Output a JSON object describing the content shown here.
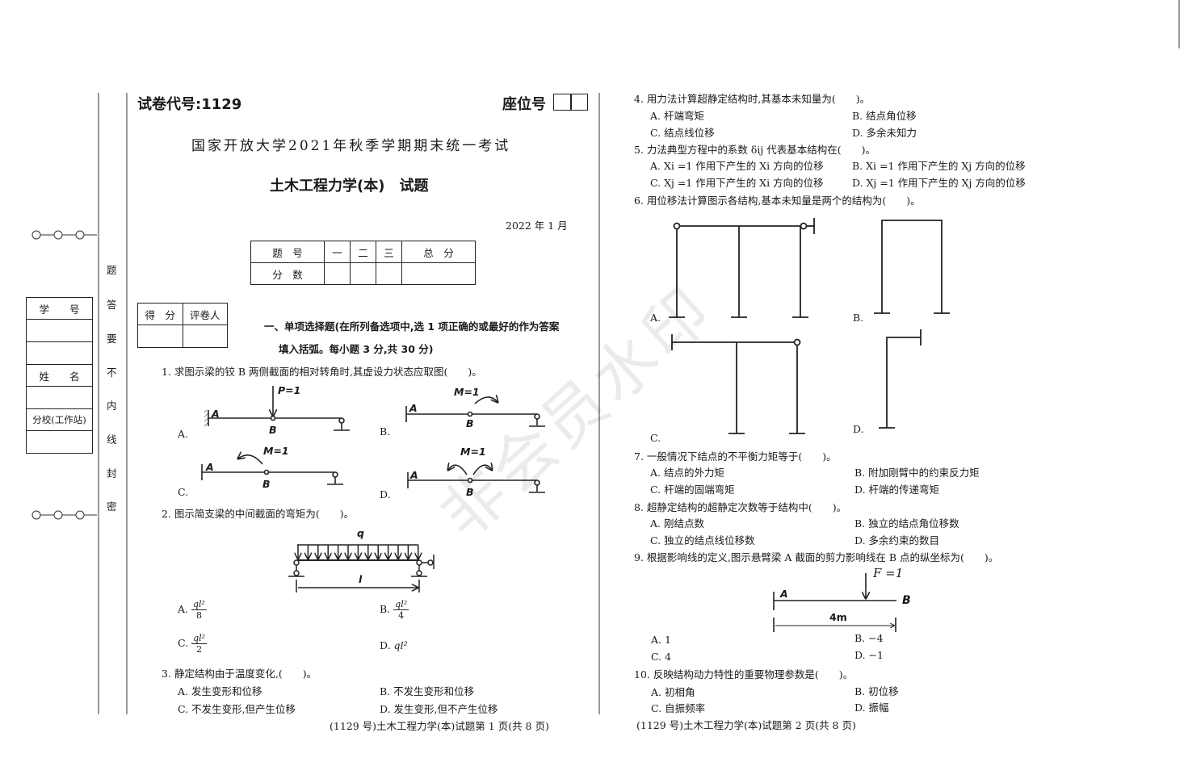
{
  "margin": {
    "vertical_text": [
      "题",
      "答",
      "要",
      "不",
      "内",
      "线",
      "封",
      "密"
    ],
    "student_table": {
      "student_id": "学　　号",
      "name": "姓　　名",
      "branch": "分校(工作站)"
    }
  },
  "page1": {
    "paper_code": "试卷代号:1129",
    "seat_label": "座位号",
    "title1": "国家开放大学2021年秋季学期期末统一考试",
    "title2": "土木工程力学(本)　试题",
    "date": "2022 年 1 月",
    "score_table": {
      "headers": [
        "题　号",
        "一",
        "二",
        "三",
        "总　分"
      ],
      "row_label": "分　数"
    },
    "grader_table": {
      "score": "得　分",
      "grader": "评卷人"
    },
    "section1_line1": "一、单项选择题(在所列备选项中,选 1 项正确的或最好的作为答案",
    "section1_line2": "填入括弧。每小题 3 分,共 30 分)",
    "q1": {
      "stem": "1. 求图示梁的铰 B 两侧截面的相对转角时,其虚设力状态应取图(　　)。",
      "A": "A.",
      "B": "B.",
      "C": "C.",
      "D": "D.",
      "labels": {
        "P": "P=1",
        "M": "M=1",
        "A": "A",
        "B": "B"
      }
    },
    "q2": {
      "stem": "2. 图示简支梁的中间截面的弯矩为(　　)。",
      "q": "q",
      "l": "l",
      "A": {
        "k": "A.",
        "num": "ql²",
        "den": "8"
      },
      "B": {
        "k": "B.",
        "num": "ql²",
        "den": "4"
      },
      "C": {
        "k": "C.",
        "num": "ql²",
        "den": "2"
      },
      "D": {
        "k": "D.",
        "v": "ql²"
      }
    },
    "q3": {
      "stem": "3. 静定结构由于温度变化,(　　)。",
      "A": "A. 发生变形和位移",
      "B": "B. 不发生变形和位移",
      "C": "C. 不发生变形,但产生位移",
      "D": "D. 发生变形,但不产生位移"
    },
    "footer": "(1129 号)土木工程力学(本)试题第 1 页(共 8 页)"
  },
  "page2": {
    "q4": {
      "stem": "4. 用力法计算超静定结构时,其基本未知量为(　　)。",
      "A": "A. 杆端弯矩",
      "B": "B. 结点角位移",
      "C": "C. 结点线位移",
      "D": "D. 多余未知力"
    },
    "q5": {
      "stem": "5. 力法典型方程中的系数 δij 代表基本结构在(　　)。",
      "A": "A.  Xi =1 作用下产生的 Xi 方向的位移",
      "B": "B.  Xi =1 作用下产生的 Xj 方向的位移",
      "C": "C.  Xj =1 作用下产生的 Xi 方向的位移",
      "D": "D.  Xj =1 作用下产生的 Xj 方向的位移"
    },
    "q6": {
      "stem": "6. 用位移法计算图示各结构,基本未知量是两个的结构为(　　)。",
      "A": "A.",
      "B": "B.",
      "C": "C.",
      "D": "D."
    },
    "q7": {
      "stem": "7. 一般情况下结点的不平衡力矩等于(　　)。",
      "A": "A. 结点的外力矩",
      "B": "B. 附加刚臂中的约束反力矩",
      "C": "C. 杆端的固端弯矩",
      "D": "D. 杆端的传递弯矩"
    },
    "q8": {
      "stem": "8. 超静定结构的超静定次数等于结构中(　　)。",
      "A": "A. 刚结点数",
      "B": "B. 独立的结点角位移数",
      "C": "C. 独立的结点线位移数",
      "D": "D. 多余约束的数目"
    },
    "q9": {
      "stem": "9. 根据影响线的定义,图示悬臂梁 A 截面的剪力影响线在 B 点的纵坐标为(　　)。",
      "F": "F =1",
      "A_label": "A",
      "B_label": "B",
      "len": "4m",
      "A": "A. 1",
      "B": "B. −4",
      "C": "C. 4",
      "D": "D. −1"
    },
    "q10": {
      "stem": "10. 反映结构动力特性的重要物理参数是(　　)。",
      "A": "A. 初相角",
      "B": "B. 初位移",
      "C": "C. 自振频率",
      "D": "D. 振幅"
    },
    "footer": "(1129 号)土木工程力学(本)试题第 2 页(共 8 页)"
  },
  "watermark": "非会员水印"
}
